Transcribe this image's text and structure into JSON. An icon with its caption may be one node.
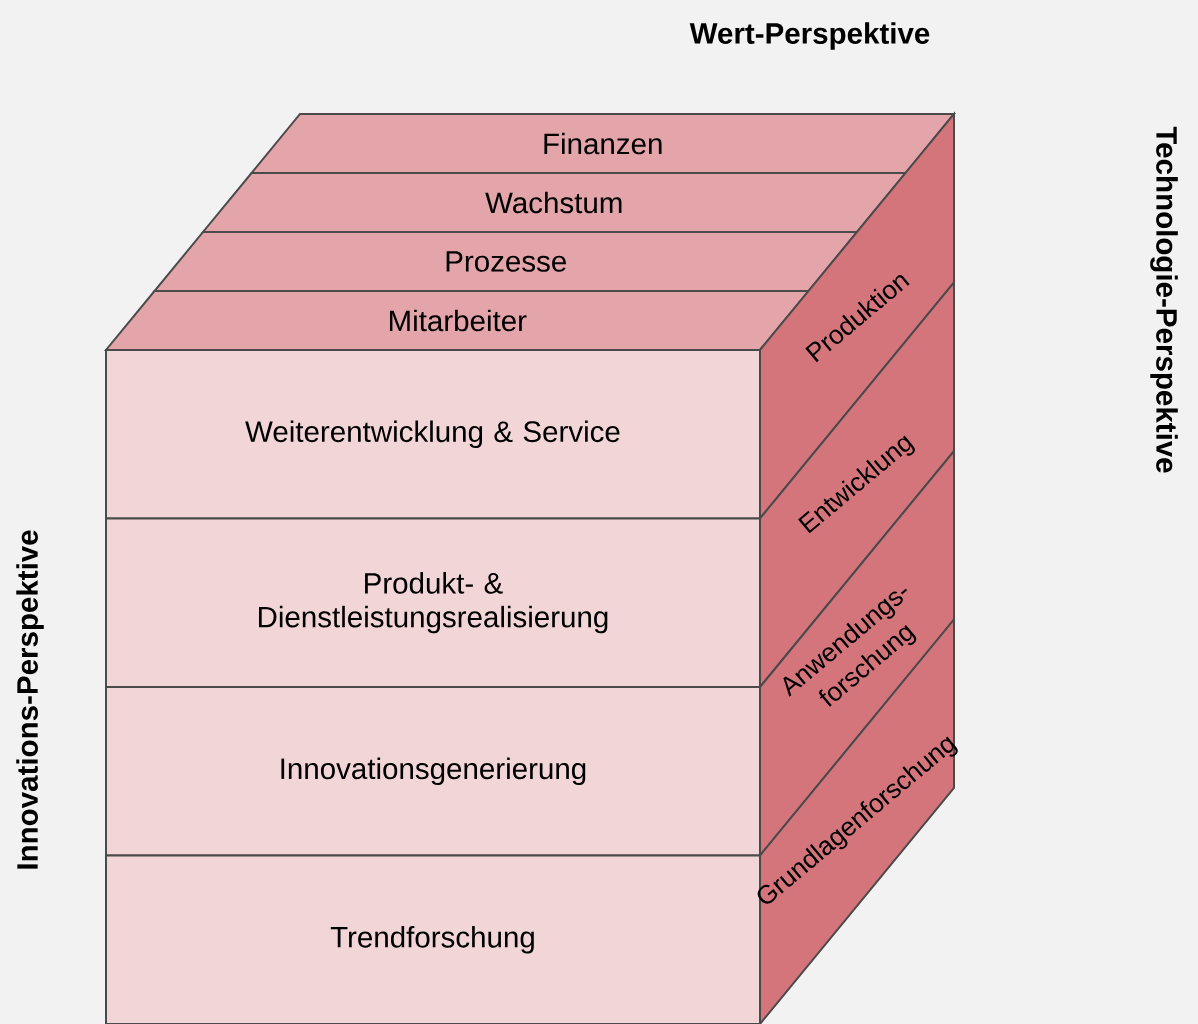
{
  "diagram": {
    "nodes": [
      {
        "text": [
          "Finanzen"
        ]
      },
      {
        "text": [
          "Wachstum"
        ]
      },
      {
        "text": [
          "Prozesse"
        ]
      },
      {
        "text": [
          "Mitarbeiter"
        ]
      },
      {
        "text": [
          "Weiterentwicklung & Service"
        ]
      },
      {
        "text": [
          "Produkt- & Dienstleistungsrealisierung"
        ]
      },
      {
        "text": [
          "Innovationsgenerierung"
        ]
      },
      {
        "text": [
          "Trendforschung"
        ]
      },
      {
        "text": [
          "Produktion"
        ]
      },
      {
        "text": [
          "Entwicklung"
        ]
      },
      {
        "text": [
          "Anwendungs- forschung"
        ]
      },
      {
        "text": [
          "Grundlagenforschung"
        ]
      }
    ],
    "labels": [
      "Wert-Perspektive",
      "Innovations-Perspektive",
      "Technologie-Perspektive"
    ]
  }
}
